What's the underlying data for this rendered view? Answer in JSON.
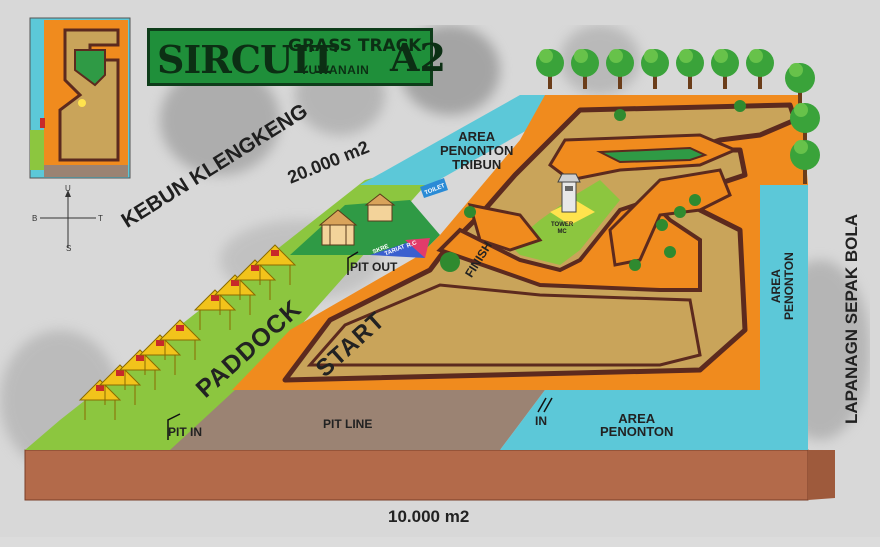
{
  "title": {
    "main": "SIRCUIT",
    "sub1": "GRASS TRACK",
    "sub2": "YUWANAIN",
    "code": "A2"
  },
  "compass": {
    "north": "U",
    "south": "S",
    "west": "B",
    "east": "T"
  },
  "labels": {
    "kebun": "KEBUN KLENGKENG",
    "area_top": "20.000 m2",
    "area_bottom": "10.000 m2",
    "tribun": [
      "AREA",
      "PENONTON",
      "TRIBUN"
    ],
    "toilet": "TOILET",
    "pit_out": "PIT OUT",
    "paddock": "PADDOCK",
    "pit_in": "PIT IN",
    "pit_line": "PIT LINE",
    "start": "START",
    "finish": "FINISH",
    "tower": [
      "TOWER",
      "MC"
    ],
    "in": "IN",
    "area_penonton_bottom": [
      "AREA",
      "PENONTON"
    ],
    "area_penonton_right": [
      "AREA",
      "PENONTON"
    ],
    "lapangan": "LAPANAGN SEPAK BOLA",
    "kre": [
      "SKRE",
      "TARIAT"
    ],
    "rc": "R.C"
  },
  "colors": {
    "orange": "#f08b1e",
    "tan": "#c9a45a",
    "green": "#8cc63f",
    "dark_green": "#2f9a45",
    "cyan": "#5cc8d8",
    "brown": "#b36a4a",
    "pit_gray": "#9b8373",
    "track_edge": "#5c2a1e"
  }
}
